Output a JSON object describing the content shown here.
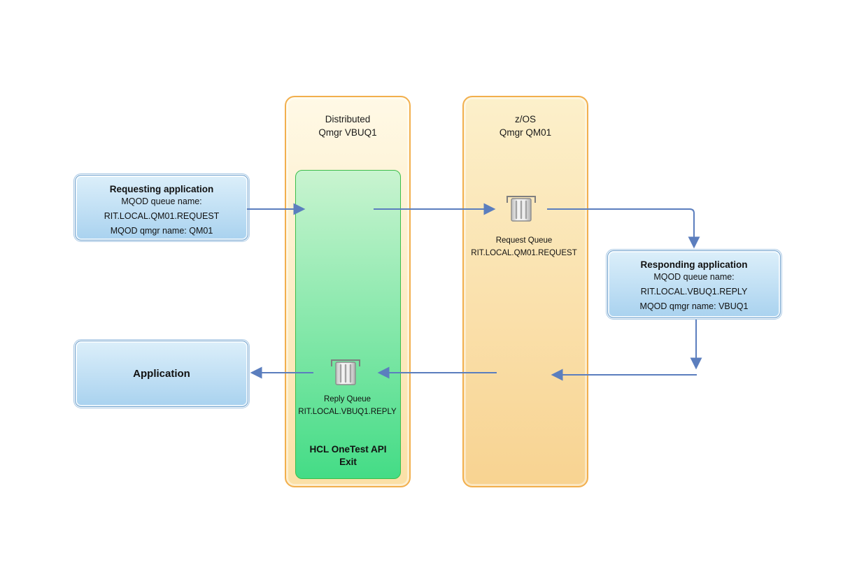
{
  "columns": {
    "distributed": {
      "line1": "Distributed",
      "line2": "Qmgr VBUQ1"
    },
    "zos": {
      "line1": "z/OS",
      "line2": "Qmgr QM01"
    }
  },
  "boxes": {
    "requesting": {
      "title": "Requesting application",
      "lines": [
        "MQOD queue name:",
        "RIT.LOCAL.QM01.REQUEST",
        "MQOD qmgr name: QM01"
      ]
    },
    "application": {
      "title": "Application"
    },
    "responding": {
      "title": "Responding application",
      "lines": [
        "MQOD queue name:",
        "RIT.LOCAL.VBUQ1.REPLY",
        "MQOD qmgr name: VBUQ1"
      ]
    },
    "exit": {
      "line1": "HCL OneTest API",
      "line2": "Exit"
    }
  },
  "queues": {
    "request": {
      "label": "Request Queue",
      "name": "RIT.LOCAL.QM01.REQUEST"
    },
    "reply": {
      "label": "Reply Queue",
      "name": "RIT.LOCAL.VBUQ1.REPLY"
    }
  },
  "colors": {
    "arrow": "#5B7EBE",
    "blue_box_border": "#6FA0CC",
    "blue_box_top": "#DCEFFA",
    "blue_box_bottom": "#A9D2EF",
    "green_box_border": "#3CBE4B",
    "green_top": "#C9F4D0",
    "green_bottom": "#44DC86",
    "column_border": "#F2AF4D",
    "distributed_top": "#FFF9E6",
    "distributed_bottom": "#FBE0A6",
    "zos_top": "#FCF0CB",
    "zos_bottom": "#F8D391"
  }
}
